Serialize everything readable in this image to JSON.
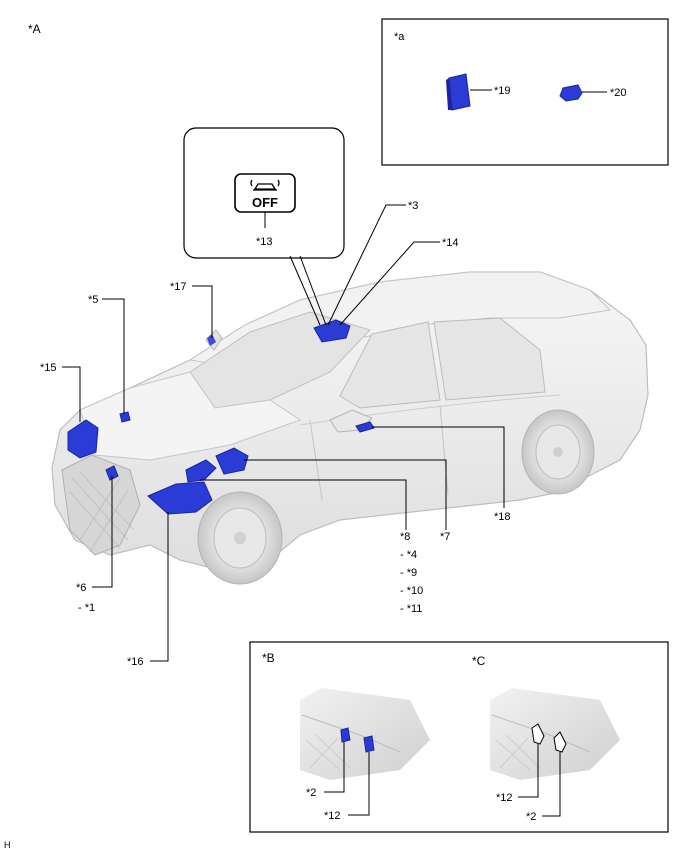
{
  "views": {
    "main": "*A",
    "inset_a": "*a",
    "inset_b": "*B",
    "inset_c": "*C"
  },
  "switch": {
    "text": "OFF",
    "icon": "vehicle-sway-icon"
  },
  "labels": {
    "l3": "*3",
    "l14": "*14",
    "l13": "*13",
    "l17": "*17",
    "l5": "*5",
    "l15": "*15",
    "l6": "*6",
    "l1": "- *1",
    "l16": "*16",
    "l8": "*8",
    "l4": "- *4",
    "l9": "- *9",
    "l10": "- *10",
    "l11": "- *11",
    "l7": "*7",
    "l18": "*18",
    "l19": "*19",
    "l20": "*20",
    "b2": "*2",
    "b12": "*12",
    "c12": "*12",
    "c2": "*2"
  },
  "footer": {
    "code": "H"
  },
  "colors": {
    "part": "#2b3bd6",
    "part_dark": "#1a24a0",
    "body_fill": "#eeeeee",
    "body_stroke": "#bdbdbd"
  }
}
